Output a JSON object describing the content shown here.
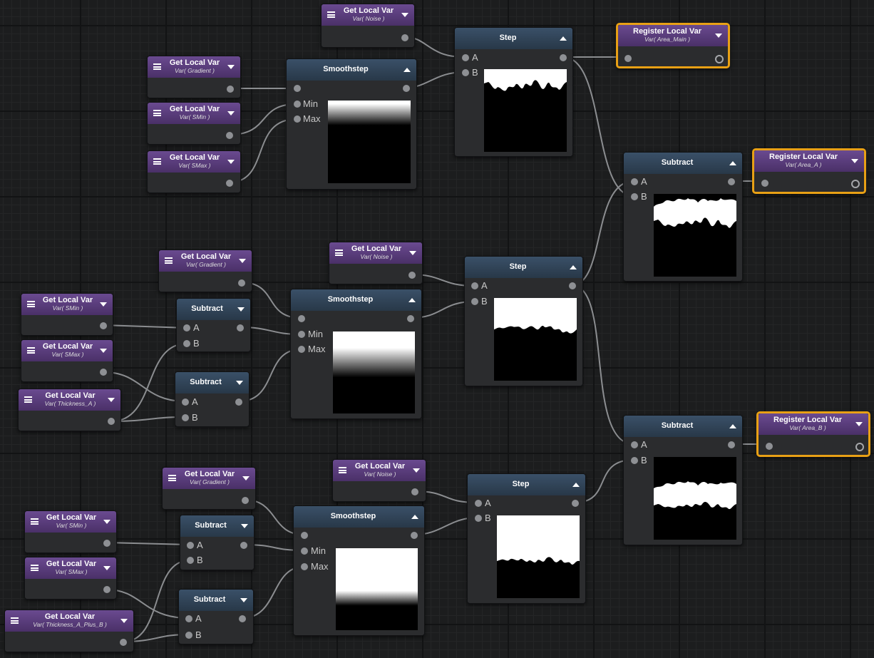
{
  "graph": {
    "get_local_var": "Get Local Var",
    "register_local_var": "Register Local Var",
    "smoothstep": "Smoothstep",
    "step": "Step",
    "subtract": "Subtract",
    "vars": {
      "noise": "Var( Noise )",
      "gradient": "Var( Gradient )",
      "smin": "Var( SMin )",
      "smax": "Var( SMax )",
      "thickness_a": "Var( Thickness_A )",
      "thickness_ab": "Var( Thickness_A_Plus_B )",
      "area_main": "Var( Area_Main )",
      "area_a": "Var( Area_A )",
      "area_b": "Var( Area_B )"
    },
    "ports": {
      "a": "A",
      "b": "B",
      "min": "Min",
      "max": "Max"
    },
    "icons": {
      "menu": "menu-icon",
      "collapse": "chevron-down-icon",
      "expand": "chevron-up-icon"
    },
    "colors": {
      "variable_header": "#5a3d7e",
      "operator_header": "#33475c",
      "selection": "#e8a015",
      "wire": "#8b8d90"
    }
  }
}
